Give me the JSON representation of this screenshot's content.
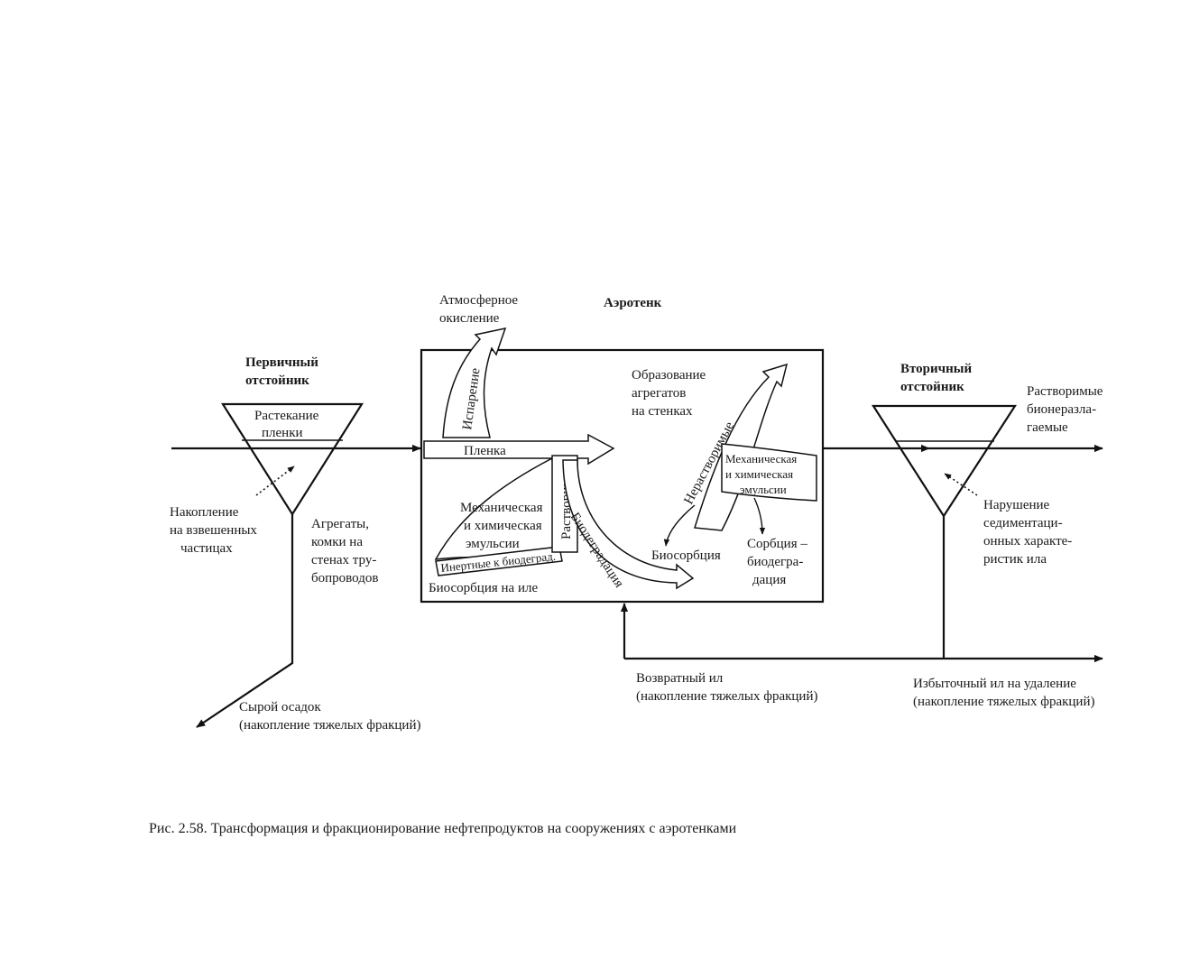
{
  "labels": {
    "aerotank_title": "Аэротенк",
    "primary_title_1": "Первичный",
    "primary_title_2": "отстойник",
    "secondary_title_1": "Вторичный",
    "secondary_title_2": "отстойник",
    "atm_oxidation_1": "Атмосферное",
    "atm_oxidation_2": "окисление",
    "evaporation": "Испарение",
    "spreading_1": "Растекание",
    "spreading_2": "пленки",
    "accumulation_1": "Накопление",
    "accumulation_2": "на взвешенных",
    "accumulation_3": "частицах",
    "aggregates_1": "Агрегаты,",
    "aggregates_2": "комки на",
    "aggregates_3": "стенах тру-",
    "aggregates_4": "бопроводов",
    "film": "Пленка",
    "aggregate_formation_1": "Образование",
    "aggregate_formation_2": "агрегатов",
    "aggregate_formation_3": "на стенках",
    "soluble": "Растворимые",
    "insoluble": "Нерастворимые",
    "biodegradation": "Биодеградация",
    "mech_emulsion_left_1": "Механическая",
    "mech_emulsion_left_2": "и химическая",
    "mech_emulsion_left_3": "эмульсии",
    "mech_emulsion_right_1": "Механическая",
    "mech_emulsion_right_2": "и химическая",
    "mech_emulsion_right_3": "эмульсии",
    "inert": "Инертные к биодеград.",
    "biosorption_sludge": "Биосорбция на иле",
    "biosorption": "Биосорбция",
    "sorption_1": "Сорбция –",
    "sorption_2": "биодегра-",
    "sorption_3": "дация",
    "soluble_nondeg_1": "Растворимые",
    "soluble_nondeg_2": "бионеразла-",
    "soluble_nondeg_3": "гаемые",
    "violation_1": "Нарушение",
    "violation_2": "седиментаци-",
    "violation_3": "онных характе-",
    "violation_4": "ристик ила",
    "return_sludge_1": "Возвратный ил",
    "return_sludge_2": "(накопление тяжелых фракций)",
    "excess_sludge_1": "Избыточный ил на удаление",
    "excess_sludge_2": "(накопление тяжелых фракций)",
    "raw_sediment_1": "Сырой осадок",
    "raw_sediment_2": "(накопление тяжелых фракций)"
  },
  "caption": "Рис. 2.58. Трансформация и фракционирование нефтепродуктов на сооружениях с аэротенками"
}
